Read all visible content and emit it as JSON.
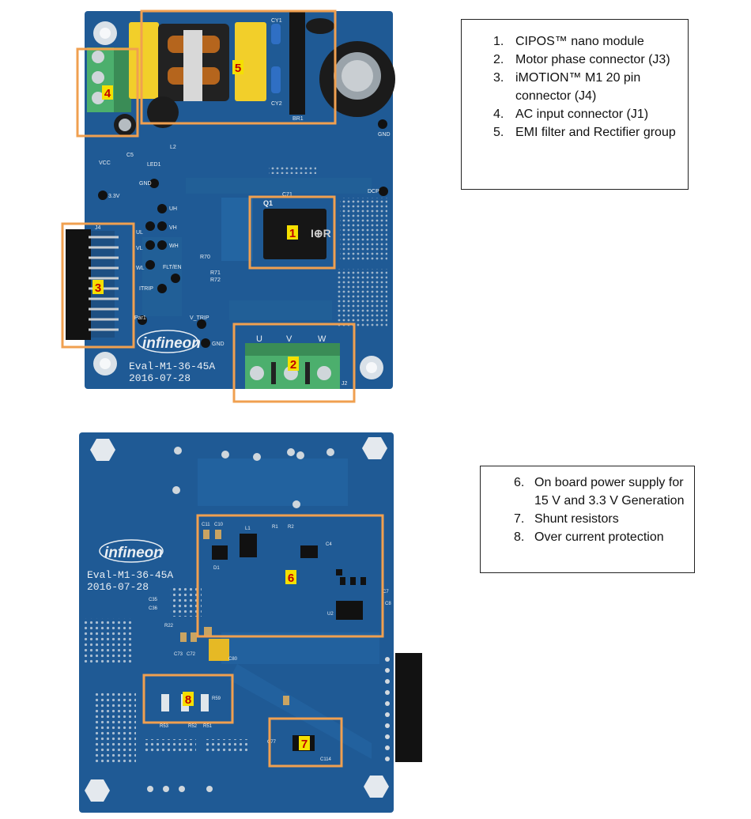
{
  "colors": {
    "pcb": "#1f5a95",
    "pcb_dark": "#194c80",
    "trace": "#256aa8",
    "highlight": "#f0a050",
    "number_bg": "#f5e000",
    "number_text": "#c00000"
  },
  "top_board": {
    "silkscreen": {
      "brand": "infineon",
      "model": "Eval-M1-36-45A",
      "date": "2016-07-28",
      "labels": {
        "j4": "J4",
        "j2": "J2",
        "q1": "Q1",
        "c71": "C71",
        "uh": "UH",
        "vh": "VH",
        "wh": "WH",
        "ul": "UL",
        "vl": "VL",
        "wl": "WL",
        "flt": "FLT/EN",
        "itrip": "ITRIP",
        "vtrip": "V_TRIP",
        "gnd1": "GND",
        "gnd2": "GND",
        "gnd3": "GND",
        "v33": "3.3V",
        "vcc": "VCC",
        "l2": "L2",
        "led1": "LED1",
        "c5": "C5",
        "dcp": "DCP",
        "r70": "R70",
        "r71": "R71",
        "r72": "R72",
        "par1": "Par1",
        "cy1": "CY1",
        "cy2": "CY2",
        "br1": "BR1",
        "phase_u": "U",
        "phase_v": "V",
        "phase_w": "W"
      }
    },
    "callouts": [
      "1",
      "2",
      "3",
      "4",
      "5"
    ]
  },
  "bottom_board": {
    "silkscreen": {
      "brand": "infineon",
      "model": "Eval-M1-36-45A",
      "date": "2016-07-28",
      "labels": {
        "c11": "C11",
        "c10": "C10",
        "l1": "L1",
        "r1": "R1",
        "r2": "R2",
        "c4": "C4",
        "d1": "D1",
        "u2": "U2",
        "c8": "C8",
        "c7": "C7",
        "r53": "R53",
        "r52": "R52",
        "r51": "R51",
        "r59": "R59",
        "c77": "C77",
        "c114": "C114",
        "c35": "C35",
        "c36": "C36",
        "r22": "R22",
        "c73": "C73",
        "c72": "C72",
        "c80": "C80"
      }
    },
    "callouts": [
      "6",
      "7",
      "8"
    ]
  },
  "legend_top": {
    "items": [
      {
        "num": "1.",
        "text": "CIPOS™ nano  module"
      },
      {
        "num": "2.",
        "text": "Motor phase connector (J3)"
      },
      {
        "num": "3.",
        "text": "iMOTION™ M1 20 pin connector (J4)"
      },
      {
        "num": "4.",
        "text": "AC  input connector (J1)"
      },
      {
        "num": "5.",
        "text": "EMI filter and Rectifier group"
      }
    ]
  },
  "legend_bottom": {
    "items": [
      {
        "num": "6.",
        "text": "On board power supply for 15 V and 3.3 V Generation"
      },
      {
        "num": "7.",
        "text": "Shunt resistors"
      },
      {
        "num": "8.",
        "text": "Over current protection"
      }
    ]
  }
}
